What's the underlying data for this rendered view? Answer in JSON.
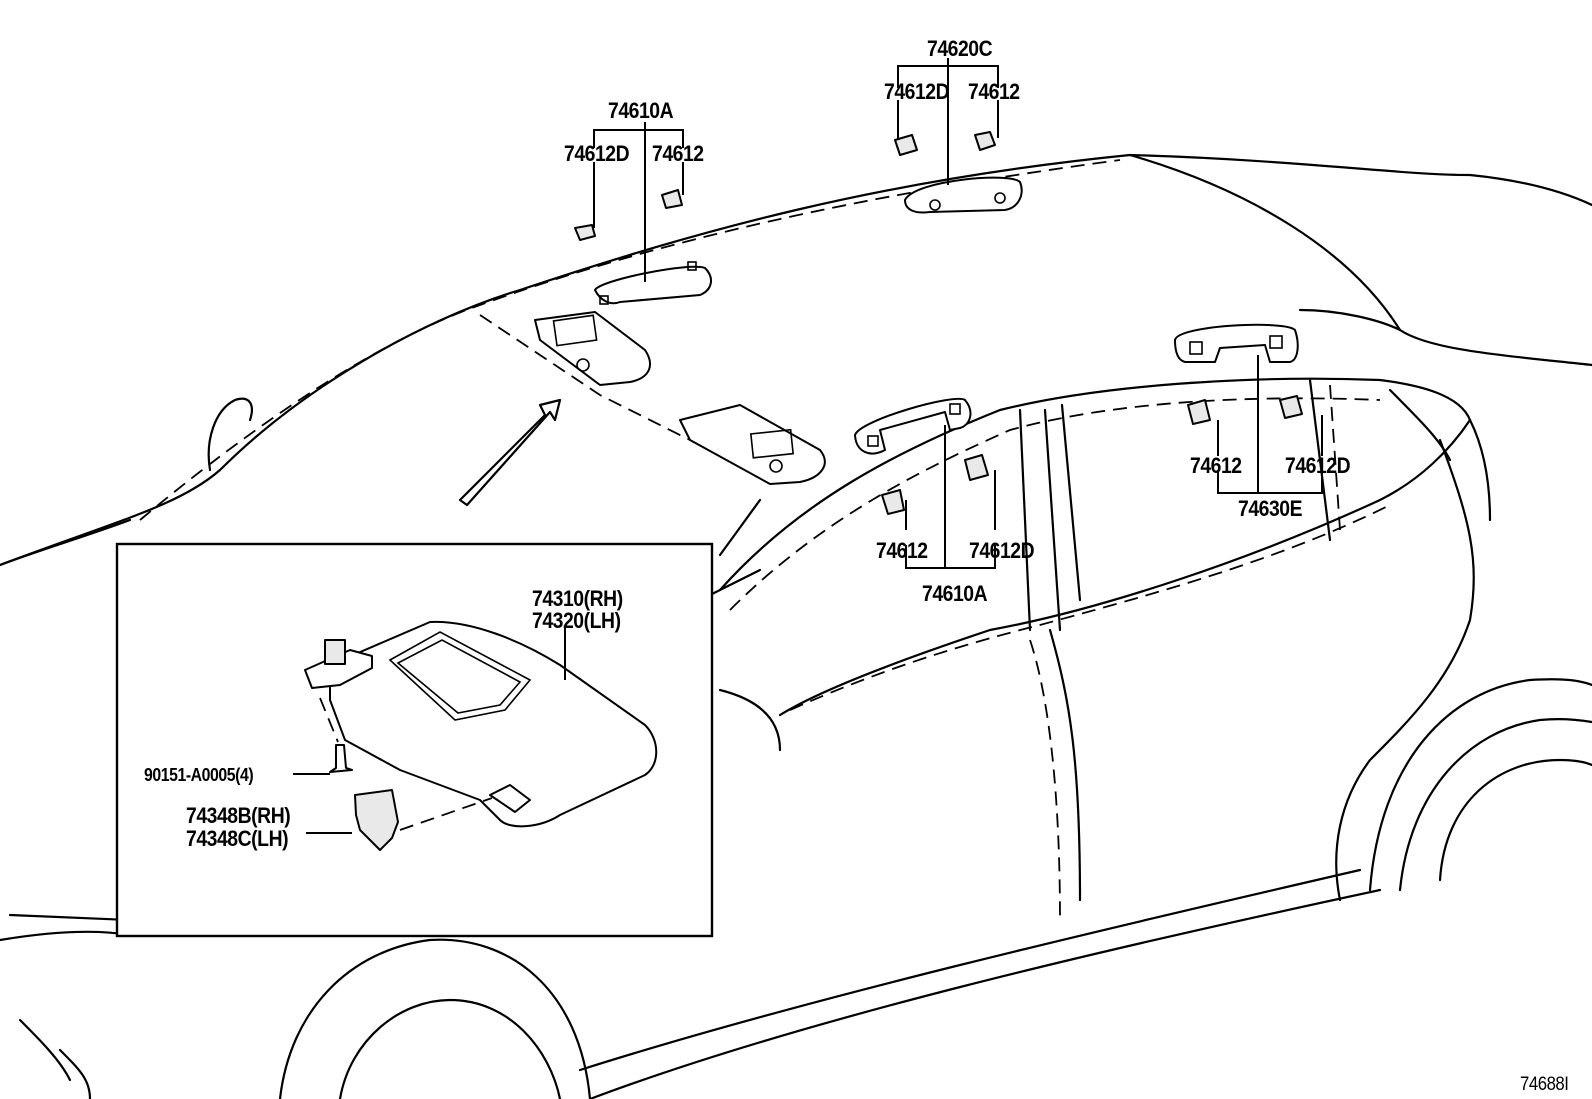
{
  "callouts": {
    "c74620C": "74620C",
    "c74612D_roof_rear": "74612D",
    "c74612_roof_rear": "74612",
    "c74610A_top": "74610A",
    "c74612D_top": "74612D",
    "c74612_top": "74612",
    "c74612_mid": "74612",
    "c74612D_mid": "74612D",
    "c74610A_mid": "74610A",
    "c74612_rear": "74612",
    "c74612D_rear": "74612D",
    "c74630E": "74630E"
  },
  "inset": {
    "visor_rh": "74310(RH)",
    "visor_lh": "74320(LH)",
    "screw": "90151-A0005(4)",
    "holder_rh": "74348B(RH)",
    "holder_lh": "74348C(LH)"
  },
  "figure_id": "74688I"
}
